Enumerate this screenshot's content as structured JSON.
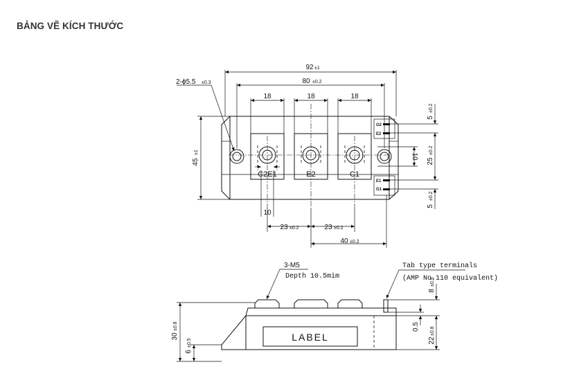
{
  "page": {
    "title": "BẢNG VẼ KÍCH THƯỚC"
  },
  "top_view": {
    "dimensions": {
      "overall_width": "92",
      "overall_width_tol": "±1",
      "mount_pitch": "80",
      "mount_pitch_tol": "±0.2",
      "terminal_width_1": "18",
      "terminal_width_2": "18",
      "terminal_width_3": "18",
      "height": "45",
      "height_tol": "±1",
      "mount_hole": "2-ϕ5.5",
      "mount_hole_tol": "±0.3",
      "terminal_to_terminal_1": "23",
      "terminal_to_terminal_1_tol": "±0.2",
      "terminal_to_terminal_2": "23",
      "terminal_to_terminal_2_tol": "±0.2",
      "terminal_span": "40",
      "terminal_span_tol": "±0.2",
      "nut_width": "10",
      "gate_spacing_top": "5",
      "gate_spacing_top_tol": "±0.2",
      "gate_spacing_bottom": "5",
      "gate_spacing_bottom_tol": "±0.2",
      "terminal_row_spacing": "25",
      "terminal_row_spacing_tol": "±0.2",
      "terminal_hole_height": "10"
    },
    "terminals": {
      "t1": "C2E1",
      "t2": "E2",
      "t3": "C1",
      "g2": "G2",
      "e2": "E2",
      "e1": "E1",
      "g1": "G1"
    }
  },
  "side_view": {
    "screw_label": "3-M5",
    "screw_depth": "Depth 10.5mim",
    "tab_note_1": "Tab type terminals",
    "tab_note_2": "(AMP No.110 equivalent)",
    "label": "LABEL",
    "dimensions": {
      "total_height": "30",
      "total_height_tol": "±0.8",
      "base_thickness": "6",
      "base_thickness_tol": "±0.5",
      "tab_height": "8",
      "tab_height_tol": "±0.5",
      "tab_offset": "0.5",
      "body_height": "22",
      "body_height_tol": "±0.8"
    }
  }
}
